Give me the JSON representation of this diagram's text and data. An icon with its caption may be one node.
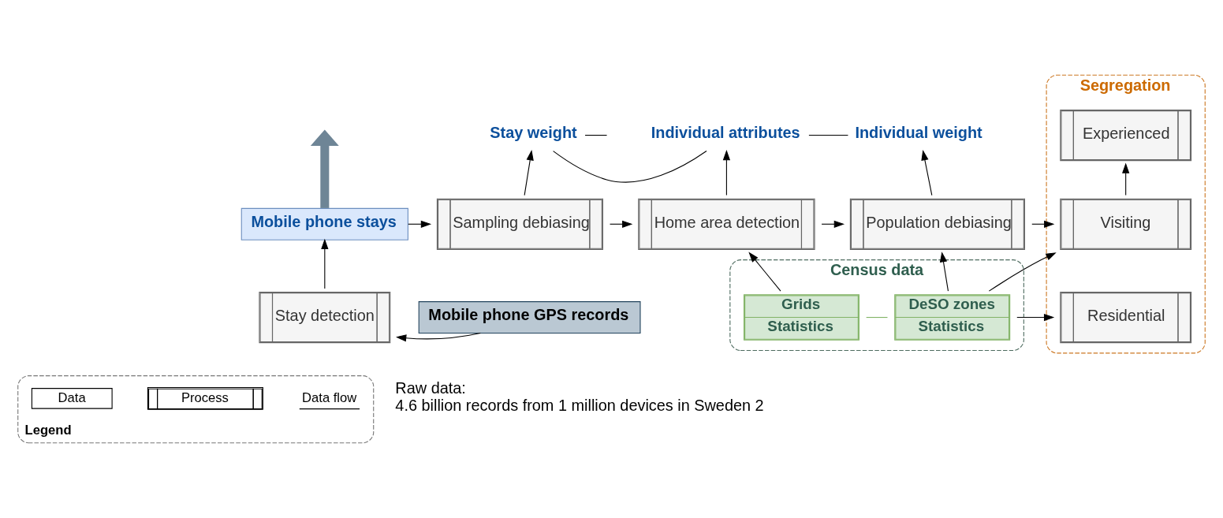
{
  "diagram": {
    "nodes": [
      {
        "text": [
          "Mobile phone stays"
        ]
      },
      {
        "text": [
          "Sampling debiasing"
        ]
      },
      {
        "text": [
          "Home area detection"
        ]
      },
      {
        "text": [
          "Population debiasing"
        ]
      },
      {
        "text": [
          "Segregation"
        ]
      },
      {
        "text": [
          "Experienced"
        ],
        "in": 4
      },
      {
        "text": [
          "Visiting"
        ],
        "in": 4
      },
      {
        "text": [
          "Residential"
        ],
        "in": 4
      },
      {
        "text": [
          "Stay weight"
        ]
      },
      {
        "text": [
          "Individual attributes"
        ]
      },
      {
        "text": [
          "Individual weight"
        ]
      },
      {
        "text": [
          "Stay detection"
        ]
      },
      {
        "text": [
          "Mobile phone GPS records"
        ]
      },
      {
        "text": [
          "Census data"
        ]
      },
      {
        "text": [
          "Grids",
          "Statistics"
        ],
        "in": 13
      },
      {
        "text": [
          "DeSO zones",
          "Statistics"
        ],
        "in": 13
      },
      {
        "text": [
          "Legend"
        ]
      }
    ],
    "edges": [
      {
        "from": 0,
        "to": null,
        "arrow": "to",
        "style": "thick",
        "color": "#6e8596"
      },
      {
        "from": 8,
        "to": null,
        "arrow": "none"
      },
      {
        "from": 8,
        "to": 9,
        "arrow": "none"
      },
      {
        "from": 9,
        "to": 10,
        "arrow": "none"
      },
      {
        "from": 0,
        "to": 1,
        "arrow": "to"
      },
      {
        "from": 1,
        "to": 2,
        "arrow": "to"
      },
      {
        "from": 2,
        "to": 3,
        "arrow": "to"
      },
      {
        "from": 3,
        "to": 6,
        "arrow": "to"
      },
      {
        "from": 1,
        "to": 8,
        "arrow": "to"
      },
      {
        "from": 2,
        "to": 9,
        "arrow": "to"
      },
      {
        "from": 3,
        "to": 10,
        "arrow": "to"
      },
      {
        "from": 6,
        "to": 5,
        "arrow": "to"
      },
      {
        "from": 11,
        "to": 0,
        "arrow": "to"
      },
      {
        "from": 12,
        "to": 11,
        "arrow": "to"
      },
      {
        "from": 14,
        "to": 2,
        "arrow": "to"
      },
      {
        "from": 15,
        "to": 3,
        "arrow": "to"
      },
      {
        "from": 14,
        "to": 15,
        "arrow": "none",
        "color": "#82b366"
      },
      {
        "from": 15,
        "to": 6,
        "arrow": "to"
      },
      {
        "from": 15,
        "to": 7,
        "arrow": "to"
      }
    ],
    "labels": [
      "Raw data:",
      "4.6 billion records from 1 million devices in Sweden 2"
    ],
    "legend": [
      {
        "text": "Data"
      },
      {
        "text": "Process"
      },
      {
        "text": "Data flow"
      }
    ]
  }
}
